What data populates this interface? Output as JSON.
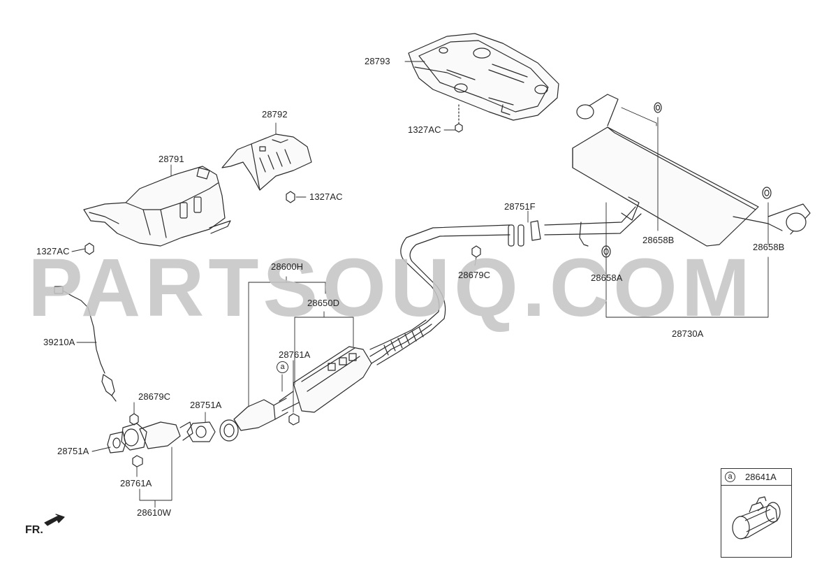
{
  "watermark": "PARTSOUQ.COM",
  "orientation_label": "FR.",
  "inset": {
    "marker": "a",
    "part_number": "28641A"
  },
  "callout_marker": "a",
  "part_labels": [
    {
      "id": "28793",
      "text": "28793"
    },
    {
      "id": "1327AC-top",
      "text": "1327AC"
    },
    {
      "id": "28792",
      "text": "28792"
    },
    {
      "id": "28791",
      "text": "28791"
    },
    {
      "id": "1327AC-mid",
      "text": "1327AC"
    },
    {
      "id": "1327AC-left",
      "text": "1327AC"
    },
    {
      "id": "28751F",
      "text": "28751F"
    },
    {
      "id": "28679C-right",
      "text": "28679C"
    },
    {
      "id": "28658B-mid",
      "text": "28658B"
    },
    {
      "id": "28658B-right",
      "text": "28658B"
    },
    {
      "id": "28658A",
      "text": "28658A"
    },
    {
      "id": "28730A",
      "text": "28730A"
    },
    {
      "id": "28600H",
      "text": "28600H"
    },
    {
      "id": "28650D",
      "text": "28650D"
    },
    {
      "id": "28761A-top",
      "text": "28761A"
    },
    {
      "id": "39210A",
      "text": "39210A"
    },
    {
      "id": "28679C-left",
      "text": "28679C"
    },
    {
      "id": "28751A-mid",
      "text": "28751A"
    },
    {
      "id": "28751A-left",
      "text": "28751A"
    },
    {
      "id": "28761A-bottom",
      "text": "28761A"
    },
    {
      "id": "28610W",
      "text": "28610W"
    }
  ]
}
